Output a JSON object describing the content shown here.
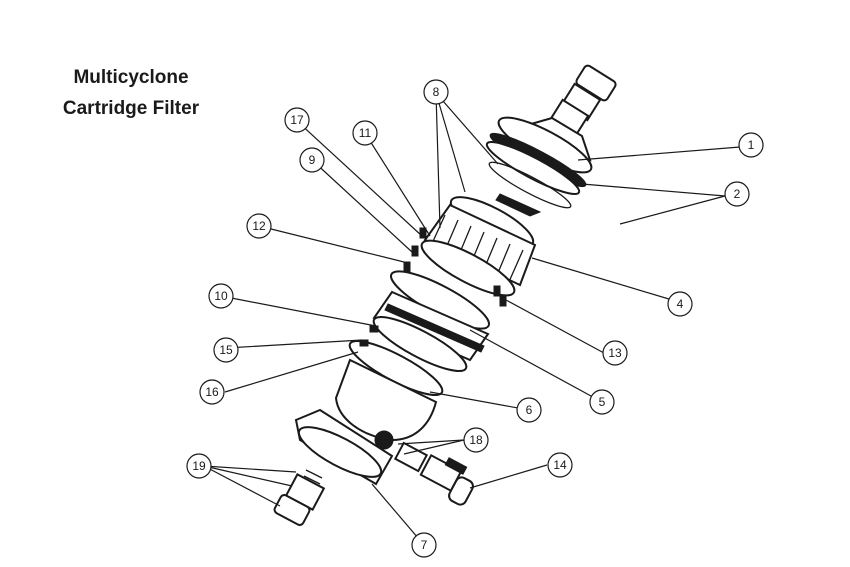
{
  "title": {
    "line1": "Multicyclone",
    "line2": "Cartridge Filter"
  },
  "callouts": [
    "1",
    "2",
    "4",
    "5",
    "6",
    "7",
    "8",
    "9",
    "10",
    "11",
    "12",
    "13",
    "14",
    "15",
    "16",
    "17",
    "18",
    "19"
  ],
  "colors": {
    "ink": "#1a1a1a",
    "background": "#ffffff"
  }
}
